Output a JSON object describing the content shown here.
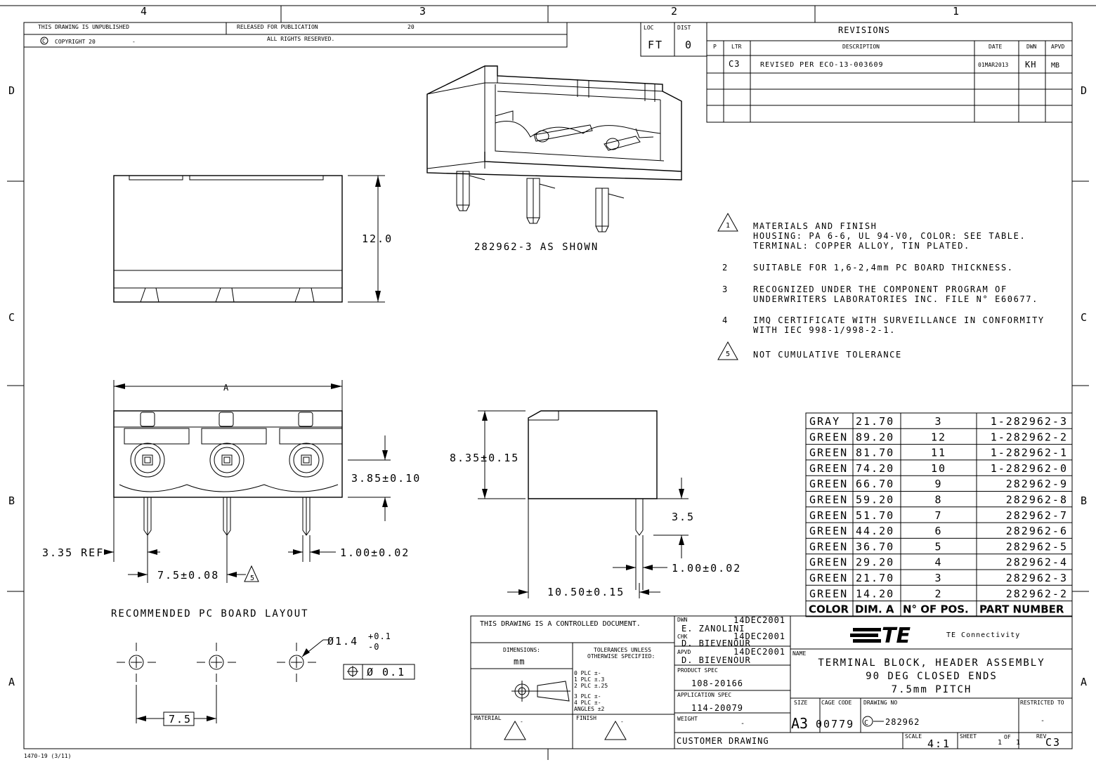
{
  "zones": {
    "top": [
      "4",
      "3",
      "2",
      "1"
    ],
    "side_left": [
      "D",
      "C",
      "B",
      "A"
    ],
    "side_right": [
      "D",
      "C",
      "B",
      "A"
    ]
  },
  "header": {
    "unpublished": "THIS DRAWING IS UNPUBLISHED",
    "copyright": "COPYRIGHT 20",
    "copyright_dash": "-",
    "copyright_symbol": "C",
    "released": "RELEASED FOR PUBLICATION",
    "released_year": "20",
    "rights": "ALL RIGHTS RESERVED.",
    "loc_label": "LOC",
    "loc_value": "FT",
    "dist_label": "DIST",
    "dist_value": "0"
  },
  "revisions": {
    "title": "REVISIONS",
    "headers": [
      "P",
      "LTR",
      "DESCRIPTION",
      "DATE",
      "DWN",
      "APVD"
    ],
    "rows": [
      {
        "ltr": "C3",
        "description": "REVISED PER ECO-13-003609",
        "date": "01MAR2013",
        "dwn": "KH",
        "apvd": "MB"
      }
    ]
  },
  "views": {
    "iso_caption": "282962-3 AS SHOWN",
    "side_height": "12.0",
    "dim_a": "A",
    "dim_385": "3.85±0.10",
    "dim_835": "8.35±0.15",
    "dim_35": "3.5",
    "dim_100_front": "1.00±0.02",
    "dim_100_side": "1.00±0.02",
    "dim_335": "3.35 REF",
    "dim_75_pitch": "7.5±0.08",
    "dim_75_pitch_note": "5",
    "dim_1050": "10.50±0.15",
    "pcb_title": "RECOMMENDED PC BOARD LAYOUT",
    "pcb_hole": "Ø1.4",
    "pcb_tol_plus": "+0.1",
    "pcb_tol_minus": "-0",
    "pcb_position_tol": "Ø 0.1",
    "pcb_pitch": "7.5"
  },
  "notes": [
    {
      "num": "1",
      "flag": true,
      "lines": [
        "MATERIALS AND FINISH",
        "HOUSING: PA 6-6, UL 94-V0, COLOR: SEE TABLE.",
        "TERMINAL: COPPER ALLOY, TIN PLATED."
      ]
    },
    {
      "num": "2",
      "flag": false,
      "lines": [
        "SUITABLE FOR 1,6-2,4mm PC BOARD THICKNESS."
      ]
    },
    {
      "num": "3",
      "flag": false,
      "lines": [
        "RECOGNIZED UNDER THE COMPONENT PROGRAM OF",
        "UNDERWRITERS LABORATORIES INC. FILE N° E60677."
      ]
    },
    {
      "num": "4",
      "flag": false,
      "lines": [
        "IMQ CERTIFICATE WITH SURVEILLANCE IN CONFORMITY",
        "WITH IEC 998-1/998-2-1."
      ]
    },
    {
      "num": "5",
      "flag": true,
      "lines": [
        "NOT CUMULATIVE TOLERANCE"
      ]
    }
  ],
  "part_table": {
    "headers": [
      "COLOR",
      "DIM. A",
      "N° OF POS.",
      "PART NUMBER"
    ],
    "rows": [
      [
        "GRAY",
        "21.70",
        "3",
        "1-282962-3"
      ],
      [
        "GREEN",
        "89.20",
        "12",
        "1-282962-2"
      ],
      [
        "GREEN",
        "81.70",
        "11",
        "1-282962-1"
      ],
      [
        "GREEN",
        "74.20",
        "10",
        "1-282962-0"
      ],
      [
        "GREEN",
        "66.70",
        "9",
        "282962-9"
      ],
      [
        "GREEN",
        "59.20",
        "8",
        "282962-8"
      ],
      [
        "GREEN",
        "51.70",
        "7",
        "282962-7"
      ],
      [
        "GREEN",
        "44.20",
        "6",
        "282962-6"
      ],
      [
        "GREEN",
        "36.70",
        "5",
        "282962-5"
      ],
      [
        "GREEN",
        "29.20",
        "4",
        "282962-4"
      ],
      [
        "GREEN",
        "21.70",
        "3",
        "282962-3"
      ],
      [
        "GREEN",
        "14.20",
        "2",
        "282962-2"
      ]
    ]
  },
  "title_block": {
    "controlled": "THIS DRAWING IS A CONTROLLED DOCUMENT.",
    "dimensions_label": "DIMENSIONS:",
    "dimensions_value": "mm",
    "tol_label_1": "TOLERANCES UNLESS",
    "tol_label_2": "OTHERWISE SPECIFIED:",
    "tol_rows": [
      "0 PLC    ±-",
      "1 PLC    ±.3",
      "2 PLC    ±.25",
      "3 PLC    ±-",
      "4 PLC    ±-",
      "ANGLES        ±2"
    ],
    "material_label": "MATERIAL",
    "finish_label": "FINISH",
    "material_note": "-",
    "finish_note": "-",
    "dwn_label": "DWN",
    "dwn_name": "E. ZANOLINI",
    "dwn_date": "14DEC2001",
    "chk_label": "CHK",
    "chk_name": "D. BIEVENOUR",
    "chk_date": "14DEC2001",
    "apvd_label": "APVD",
    "apvd_name": "D. BIEVENOUR",
    "apvd_date": "14DEC2001",
    "product_spec_label": "PRODUCT SPEC",
    "product_spec": "108-20166",
    "application_spec_label": "APPLICATION SPEC",
    "application_spec": "114-20079",
    "weight_label": "WEIGHT",
    "weight": "-",
    "customer": "CUSTOMER DRAWING",
    "logo": "TE",
    "company": "TE Connectivity",
    "name_label": "NAME",
    "name_lines": [
      "TERMINAL BLOCK, HEADER ASSEMBLY",
      "90 DEG CLOSED ENDS",
      "7.5mm PITCH"
    ],
    "size_label": "SIZE",
    "size": "A3",
    "cage_label": "CAGE CODE",
    "cage": "00779",
    "drawing_no_label": "DRAWING NO",
    "drawing_prefix": "C",
    "drawing_no": "282962",
    "restricted_label": "RESTRICTED TO",
    "restricted": "-",
    "scale_label": "SCALE",
    "scale": "4:1",
    "sheet_label": "SHEET",
    "sheet": "1",
    "of_label": "OF",
    "of": "1",
    "rev_label": "REV",
    "rev": "C3"
  },
  "form_no": "1470-19 (3/11)"
}
